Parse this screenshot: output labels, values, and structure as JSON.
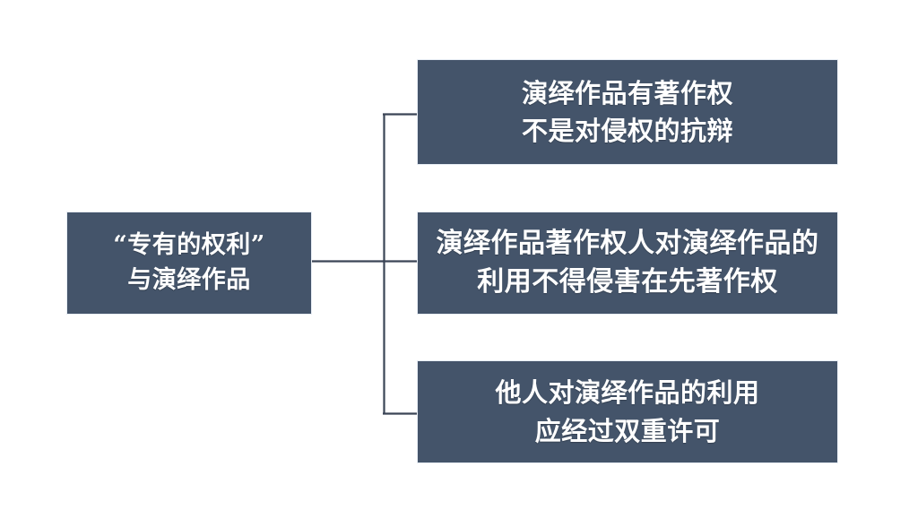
{
  "slide": {
    "background_color": "#ffffff",
    "node_fill_color": "#44546a",
    "node_border_color": "#e8eef5",
    "node_text_color": "#ffffff",
    "connector_color": "#3b4556"
  },
  "diagram": {
    "type": "horizontal-tree",
    "root": {
      "name": "root-node",
      "lines": [
        "“专有的权利”",
        "与演绎作品"
      ]
    },
    "branches": [
      {
        "name": "branch-node-1",
        "lines": [
          "演绎作品有著作权",
          "不是对侵权的抗辩"
        ]
      },
      {
        "name": "branch-node-2",
        "lines": [
          "演绎作品著作权人对演绎作品的",
          "利用不得侵害在先著作权"
        ]
      },
      {
        "name": "branch-node-3",
        "lines": [
          "他人对演绎作品的利用",
          "应经过双重许可"
        ]
      }
    ]
  }
}
